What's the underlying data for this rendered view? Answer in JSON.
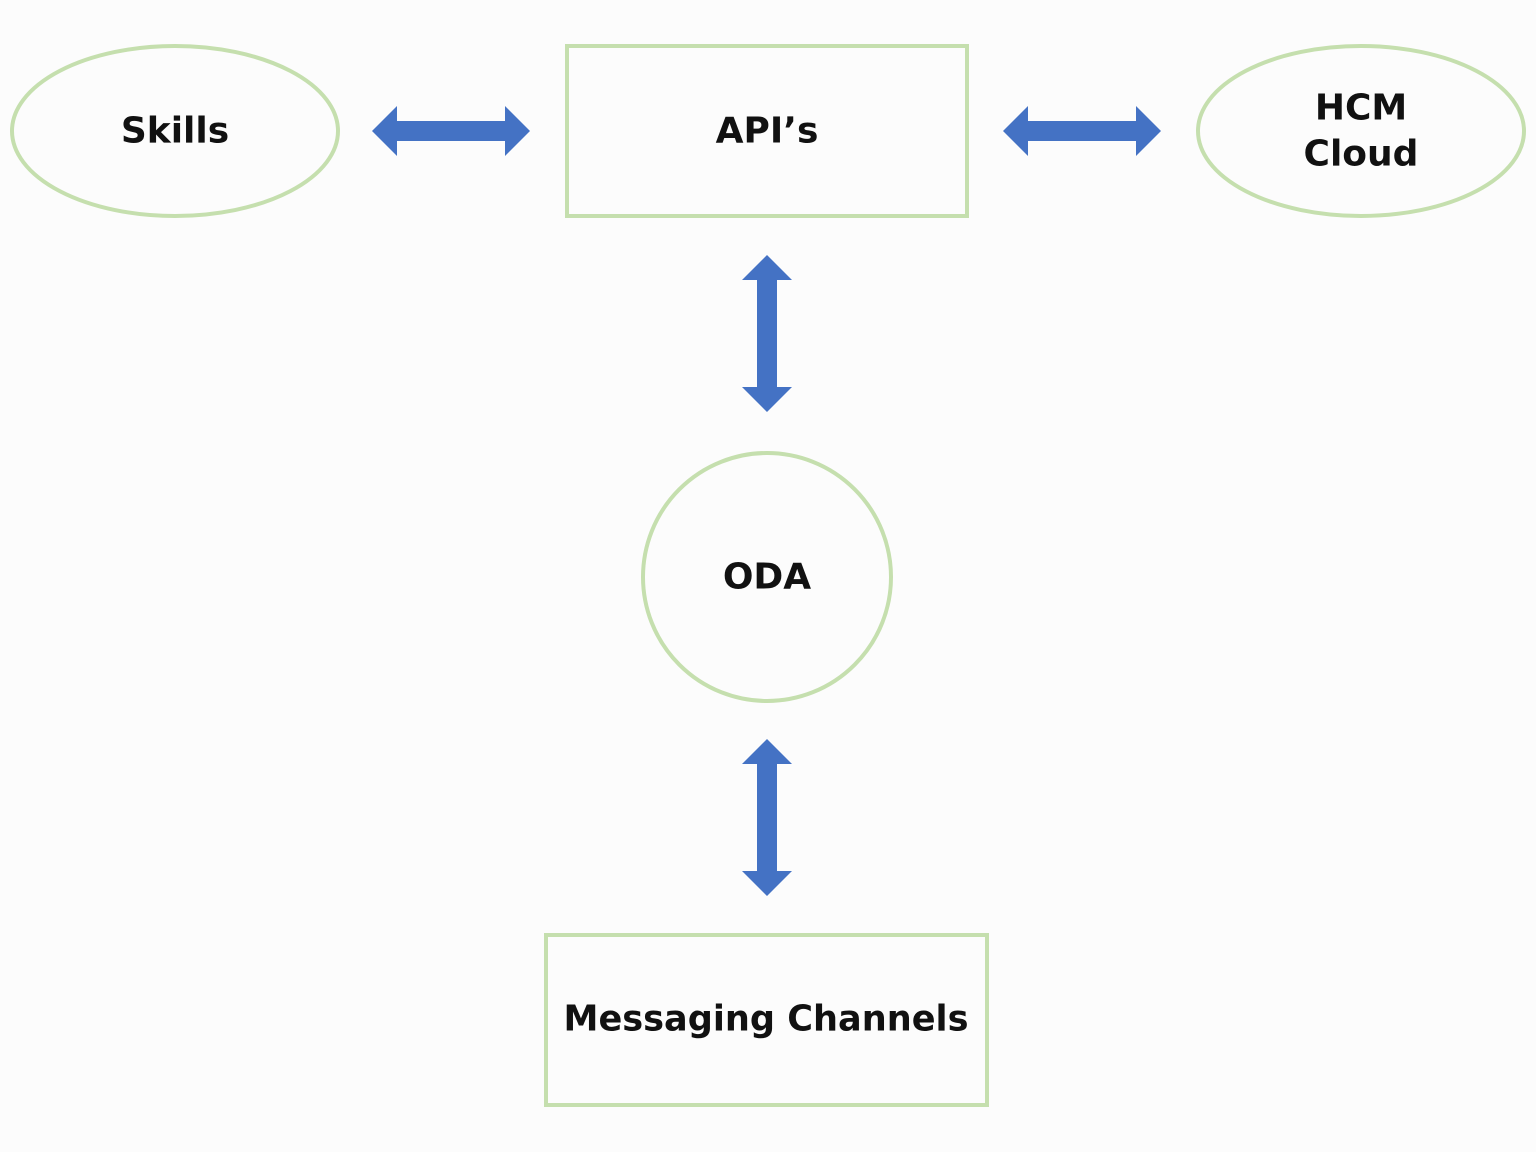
{
  "colors": {
    "background": "#fcfcfc",
    "node_border": "#c5dfae",
    "arrow": "#4472c4",
    "text": "#111111"
  },
  "nodes": {
    "skills": {
      "label": "Skills",
      "shape": "ellipse"
    },
    "apis": {
      "label": "API’s",
      "shape": "rectangle"
    },
    "hcm_cloud": {
      "label_line1": "HCM",
      "label_line2": "Cloud",
      "shape": "ellipse"
    },
    "oda": {
      "label": "ODA",
      "shape": "circle"
    },
    "messaging_channels": {
      "label": "Messaging Channels",
      "shape": "rectangle"
    }
  },
  "connections": [
    {
      "from": "Skills",
      "to": "API’s",
      "direction": "bidirectional"
    },
    {
      "from": "API’s",
      "to": "HCM Cloud",
      "direction": "bidirectional"
    },
    {
      "from": "API’s",
      "to": "ODA",
      "direction": "bidirectional"
    },
    {
      "from": "ODA",
      "to": "Messaging Channels",
      "direction": "bidirectional"
    }
  ]
}
